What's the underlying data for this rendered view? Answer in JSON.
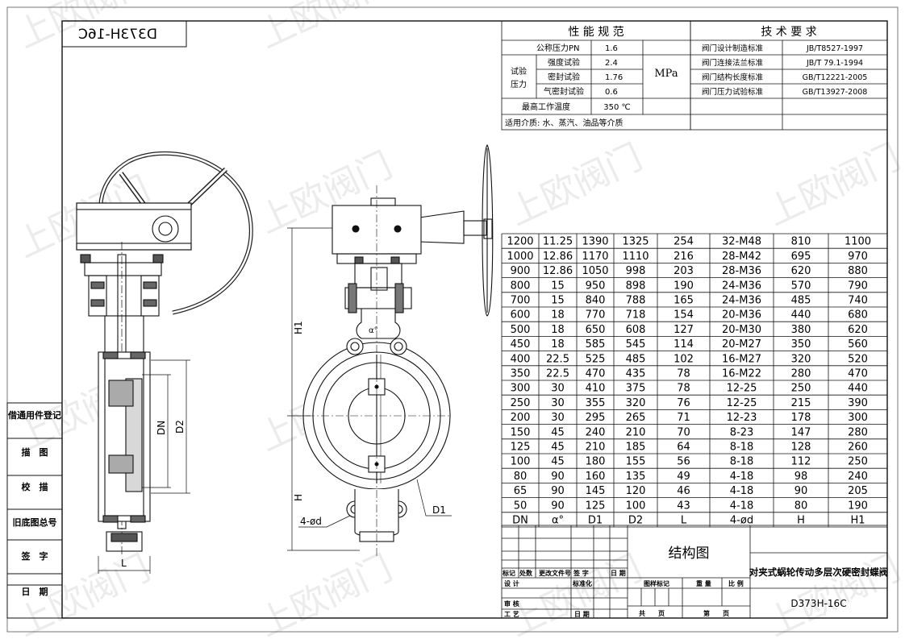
{
  "drawing_code_mirrored": "D373H-16C",
  "side_labels": [
    "借通用件登记",
    "描　图",
    "校　描",
    "旧底图总号",
    "签　字",
    "日　期"
  ],
  "perf": {
    "title": "性 能 规 范",
    "pn_label": "公称压力PN",
    "pn_value": "1.6",
    "test_label": "试验\n压力",
    "tests": [
      {
        "label": "强度试验",
        "value": "2.4"
      },
      {
        "label": "密封试验",
        "value": "1.76"
      },
      {
        "label": "气密封试验",
        "value": "0.6"
      }
    ],
    "unit": "MPa",
    "max_temp_label": "最高工作温度",
    "max_temp_value": "350 ℃",
    "media": "适用介质: 水、蒸汽、油品等介质"
  },
  "tech": {
    "title": "技 术 要 求",
    "rows": [
      {
        "label": "阀门设计制造标准",
        "value": "JB/T8527-1997"
      },
      {
        "label": "阀门连接法兰标准",
        "value": "JB/T 79.1-1994"
      },
      {
        "label": "阀门结构长度标准",
        "value": "GB/T12221-2005"
      },
      {
        "label": "阀门压力试验标准",
        "value": "GB/T13927-2008"
      }
    ]
  },
  "dim_table": {
    "headers": [
      "DN",
      "α°",
      "D1",
      "D2",
      "L",
      "4-ød",
      "H",
      "H1"
    ],
    "rows": [
      [
        "1200",
        "11.25",
        "1390",
        "1325",
        "254",
        "32-M48",
        "810",
        "1100"
      ],
      [
        "1000",
        "12.86",
        "1170",
        "1110",
        "216",
        "28-M42",
        "695",
        "970"
      ],
      [
        "900",
        "12.86",
        "1050",
        "998",
        "203",
        "28-M36",
        "620",
        "880"
      ],
      [
        "800",
        "15",
        "950",
        "898",
        "190",
        "24-M36",
        "570",
        "790"
      ],
      [
        "700",
        "15",
        "840",
        "788",
        "165",
        "24-M36",
        "485",
        "740"
      ],
      [
        "600",
        "18",
        "770",
        "718",
        "154",
        "20-M36",
        "440",
        "680"
      ],
      [
        "500",
        "18",
        "650",
        "608",
        "127",
        "20-M30",
        "380",
        "620"
      ],
      [
        "450",
        "18",
        "585",
        "545",
        "114",
        "20-M27",
        "350",
        "560"
      ],
      [
        "400",
        "22.5",
        "525",
        "485",
        "102",
        "16-M27",
        "320",
        "520"
      ],
      [
        "350",
        "22.5",
        "470",
        "435",
        "78",
        "16-M22",
        "280",
        "470"
      ],
      [
        "300",
        "30",
        "410",
        "375",
        "78",
        "12-25",
        "250",
        "440"
      ],
      [
        "250",
        "30",
        "355",
        "320",
        "76",
        "12-25",
        "215",
        "390"
      ],
      [
        "200",
        "30",
        "295",
        "265",
        "71",
        "12-23",
        "178",
        "300"
      ],
      [
        "150",
        "45",
        "240",
        "210",
        "70",
        "8-23",
        "147",
        "280"
      ],
      [
        "125",
        "45",
        "210",
        "185",
        "64",
        "8-18",
        "128",
        "260"
      ],
      [
        "100",
        "45",
        "180",
        "155",
        "56",
        "8-18",
        "112",
        "250"
      ],
      [
        "80",
        "90",
        "160",
        "135",
        "49",
        "4-18",
        "98",
        "240"
      ],
      [
        "65",
        "90",
        "145",
        "120",
        "46",
        "4-18",
        "90",
        "205"
      ],
      [
        "50",
        "90",
        "125",
        "100",
        "43",
        "4-18",
        "80",
        "190"
      ]
    ]
  },
  "drawing_labels": {
    "L": "L",
    "DN": "DN",
    "D2": "D2",
    "H1": "H1",
    "H": "H",
    "D1": "D1",
    "bolt": "4-ød",
    "alpha": "α°"
  },
  "title_block": {
    "drawing_type": "结构图",
    "product_name": "对夹式蜗轮传动多层次硬密封蝶阀",
    "drawing_code": "D373H-16C",
    "labels": {
      "mark": "标记",
      "qty": "处数",
      "change_doc": "更改文件号",
      "sign": "签 字",
      "date": "日 期",
      "design": "设 计",
      "standardize": "标准化",
      "stage_mark": "图样标记",
      "weight": "重 量",
      "scale": "比 例",
      "review": "审 核",
      "process": "工 艺",
      "date2": "日 期",
      "total": "共　　页",
      "sheet": "第　　页"
    }
  }
}
